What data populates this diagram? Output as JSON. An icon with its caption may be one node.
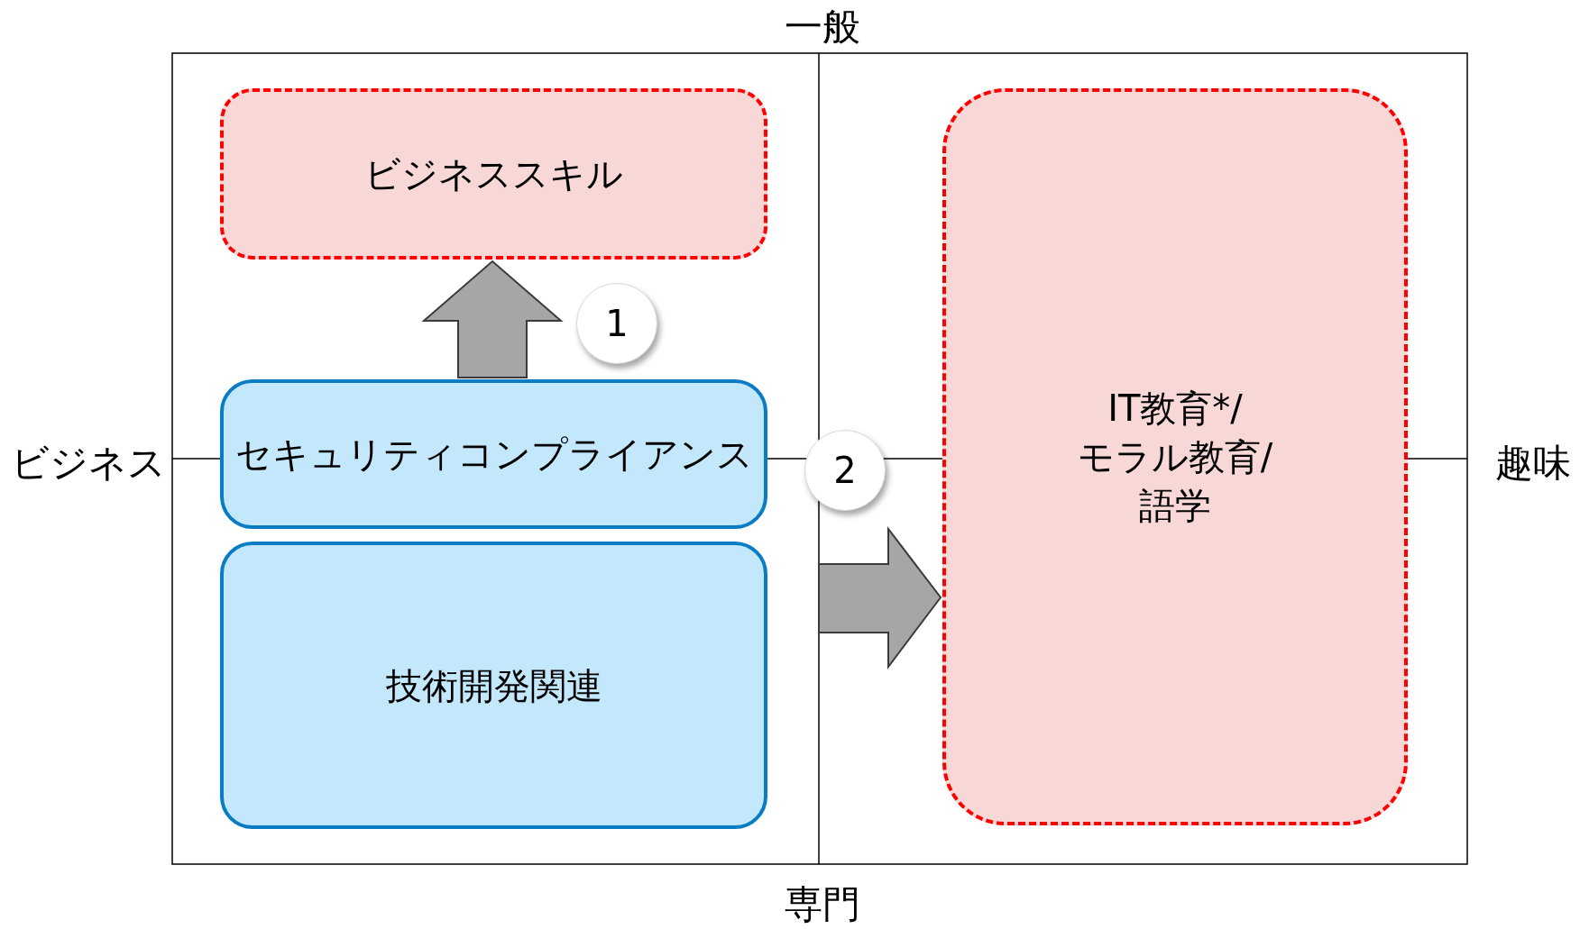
{
  "diagram": {
    "nodes": [
      {
        "text": [
          "ビジネススキル"
        ]
      },
      {
        "text": [
          "セキュリティコンプライアンス"
        ]
      },
      {
        "text": [
          "技術開発関連"
        ]
      },
      {
        "text": [
          "IT教育*/モラル教育/語学"
        ]
      },
      {
        "text": [
          "1"
        ]
      },
      {
        "text": [
          "2"
        ]
      }
    ],
    "edges": [
      {
        "from": 1,
        "to": 0,
        "arrow": "to"
      },
      {
        "from": null,
        "to": 3,
        "arrow": "to"
      }
    ],
    "labels": [
      "一般",
      "ビジネス",
      "趣味",
      "専門"
    ]
  }
}
